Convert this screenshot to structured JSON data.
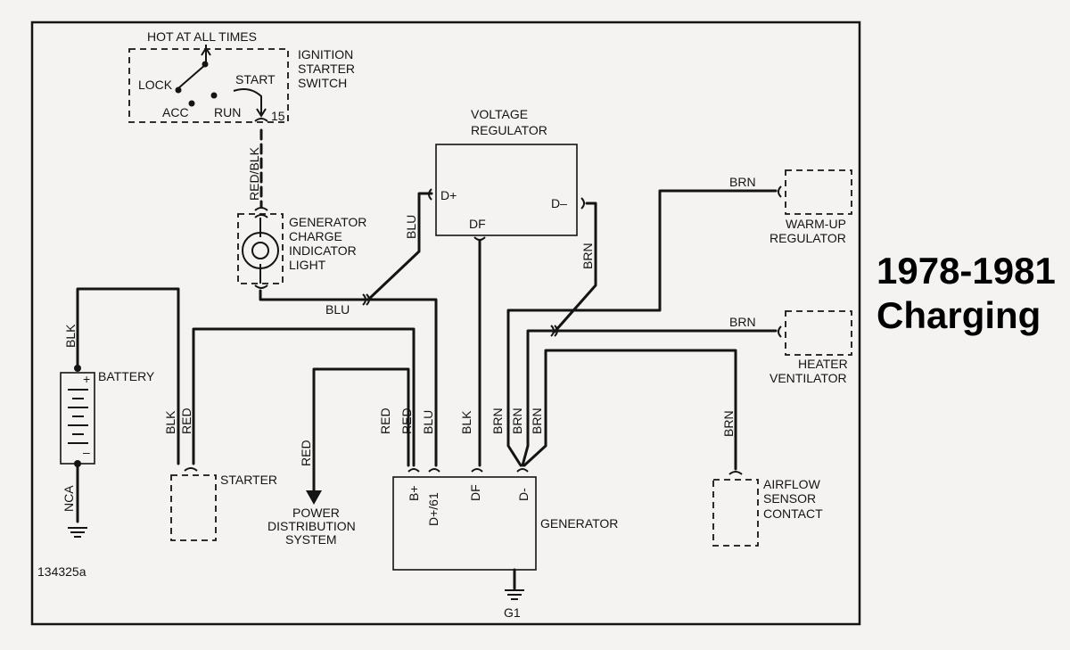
{
  "title": {
    "line1": "1978-1981",
    "line2": "Charging"
  },
  "figure_id": "134325a",
  "components": {
    "ignition_switch": {
      "label": [
        "IGNITION",
        "STARTER",
        "SWITCH"
      ],
      "hot_label": "HOT AT ALL TIMES",
      "positions": {
        "lock": "LOCK",
        "acc": "ACC",
        "run": "RUN",
        "start": "START"
      },
      "terminal": "15"
    },
    "charge_light": {
      "label": [
        "GENERATOR",
        "CHARGE",
        "INDICATOR",
        "LIGHT"
      ]
    },
    "voltage_regulator": {
      "label": [
        "VOLTAGE",
        "REGULATOR"
      ],
      "terminals": {
        "dplus": "D+",
        "df": "DF",
        "dminus": "D–"
      }
    },
    "warmup_regulator": {
      "label": [
        "WARM-UP",
        "REGULATOR"
      ]
    },
    "heater_ventilator": {
      "label": [
        "HEATER",
        "VENTILATOR"
      ]
    },
    "airflow_sensor": {
      "label": [
        "AIRFLOW",
        "SENSOR",
        "CONTACT"
      ]
    },
    "battery": {
      "label": "BATTERY",
      "plus": "+",
      "minus": "–",
      "ground_label": "NCA"
    },
    "starter": {
      "label": "STARTER"
    },
    "generator": {
      "label": "GENERATOR",
      "terminals": {
        "bplus": "B+",
        "d61": "D+/61",
        "df": "DF",
        "dminus": "D-"
      },
      "ground_label": "G1"
    },
    "power_distribution": {
      "label": [
        "POWER",
        "DISTRIBUTION",
        "SYSTEM"
      ]
    }
  },
  "wire_labels": {
    "switch_to_light": "RED/BLK",
    "light_to_regulator": "BLU",
    "light_bottom": "BLU",
    "battery_top": "BLK",
    "starter_blk": "BLK",
    "starter_red": "RED",
    "to_pds": "RED",
    "gen_red1": "RED",
    "gen_red2": "RED",
    "gen_blu": "BLU",
    "gen_blk": "BLK",
    "gen_brn1": "BRN",
    "gen_brn2": "BRN",
    "gen_brn3": "BRN",
    "reg_brn": "BRN",
    "warmup_brn": "BRN",
    "heater_brn": "BRN",
    "airflow_brn": "BRN"
  }
}
